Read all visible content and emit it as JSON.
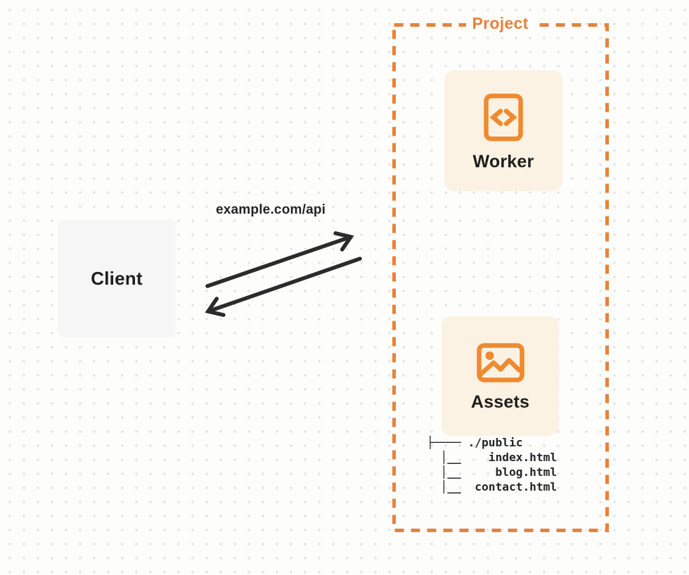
{
  "client": {
    "label": "Client"
  },
  "request_label": "example.com/api",
  "project": {
    "label": "Project",
    "worker": {
      "label": "Worker",
      "icon": "code-file-icon"
    },
    "assets": {
      "label": "Assets",
      "icon": "image-icon"
    },
    "file_tree": {
      "root": "./public",
      "files": [
        "index.html",
        "blog.html",
        "contact.html"
      ],
      "lines": [
        "├──── ./public",
        "  │__    index.html",
        "  │__     blog.html",
        "  │__  contact.html"
      ]
    }
  },
  "colors": {
    "accent_orange": "#ED8733",
    "node_fill_cream": "#FCF2E3",
    "client_fill_gray": "#F6F6F7",
    "arrow_dark": "#2B2B2B",
    "text_dark": "#1F1F1F",
    "dot_grid": "#E3E3E3",
    "background": "#FDFDFC"
  }
}
